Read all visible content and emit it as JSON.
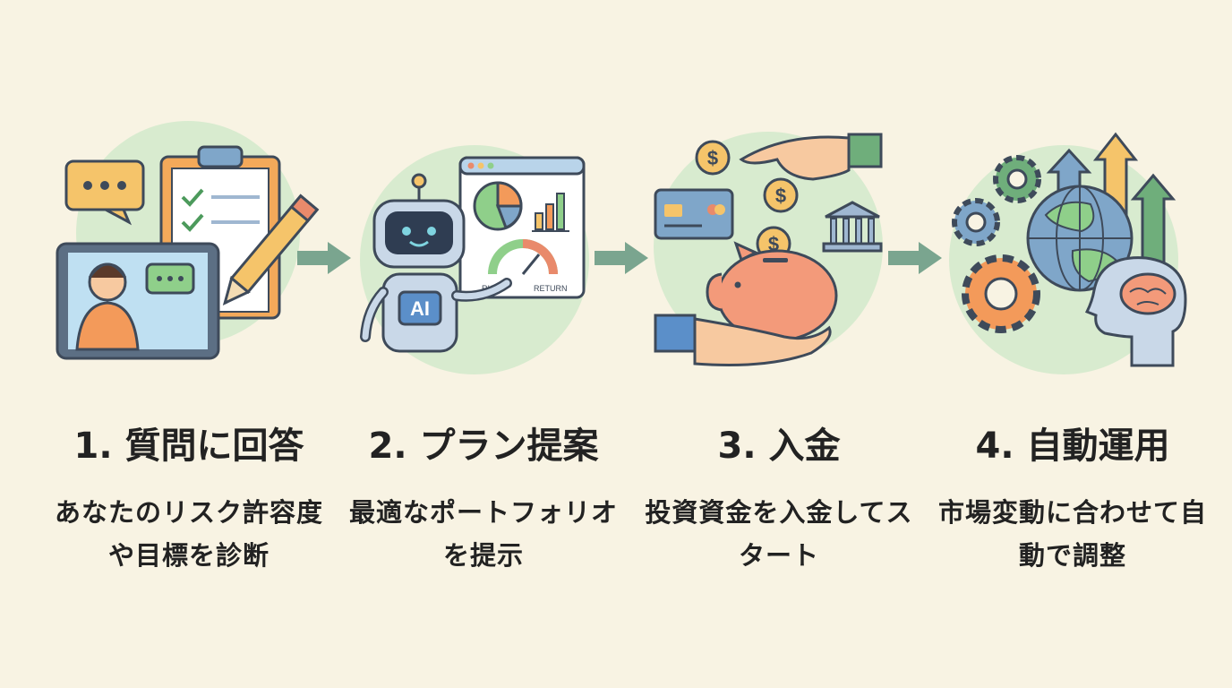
{
  "steps": [
    {
      "title": "1. 質問に回答",
      "desc": "あなたのリスク許容度や目標を診断"
    },
    {
      "title": "2. プラン提案",
      "desc": "最適なポートフォリオを提示"
    },
    {
      "title": "3. 入金",
      "desc": "投資資金を入金してスタート"
    },
    {
      "title": "4. 自動運用",
      "desc": "市場変動に合わせて自動で調整"
    }
  ],
  "illustrations": {
    "robot_badge": "AI",
    "gauge_left": "RISK",
    "gauge_right": "RETURN"
  },
  "colors": {
    "background": "#f8f3e3",
    "circle": "#d8ebcf",
    "arrow": "#7aa58f",
    "outline": "#3e4a5a"
  }
}
